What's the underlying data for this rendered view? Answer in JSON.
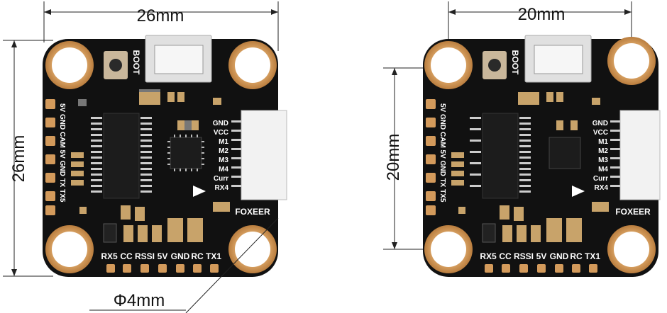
{
  "colors": {
    "pcb": "#111111",
    "pad": "#d39a5b",
    "pad_inner": "#f5d6a8",
    "chip": "#1c1c1c",
    "silver": "#d6d6d6",
    "connector": "#f2f2f2",
    "dim_line": "#222222"
  },
  "left": {
    "dim_top": "26mm",
    "dim_side": "26mm",
    "boot": "BOOT",
    "left_labels": "5V GND CAM 5V GND TX TX5",
    "bottom_labels": [
      "RX5",
      "CC",
      "RSSI",
      "5V",
      "GND",
      "RC",
      "TX1"
    ],
    "right_labels": [
      "GND",
      "VCC",
      "M1",
      "M2",
      "M3",
      "M4",
      "Curr",
      "RX4"
    ],
    "brand": "FOXEER",
    "hole_label": "Φ4mm"
  },
  "right": {
    "dim_top": "20mm",
    "dim_side": "20mm",
    "boot": "BOOT",
    "left_labels": "5V GND CAM 5V GND TX TX5",
    "bottom_labels": [
      "RX5",
      "CC",
      "RSSI",
      "5V",
      "GND",
      "RC",
      "TX1"
    ],
    "right_labels": [
      "GND",
      "VCC",
      "M1",
      "M2",
      "M3",
      "M4",
      "Curr",
      "RX4"
    ],
    "brand": "FOXEER"
  }
}
